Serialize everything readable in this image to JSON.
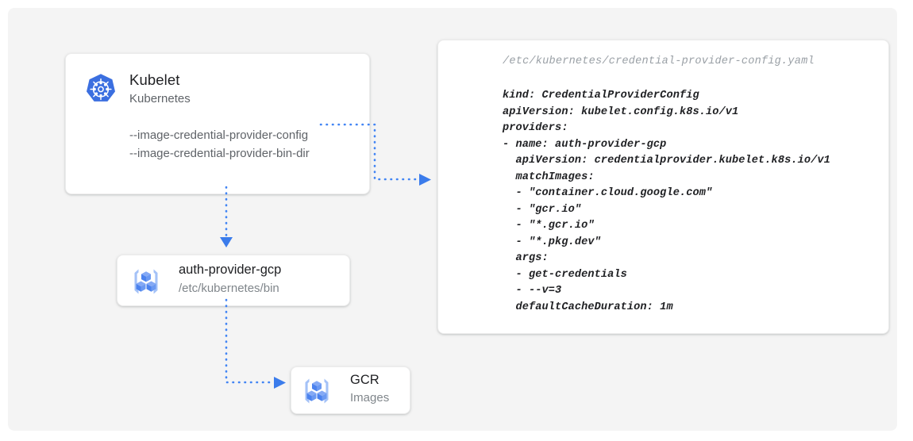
{
  "diagram": {
    "accent_color": "#4285f4",
    "canvas_color": "#f4f4f4",
    "card_color": "#ffffff"
  },
  "kubelet_card": {
    "icon": "kubernetes-icon",
    "title": "Kubelet",
    "subtitle": "Kubernetes",
    "flags": [
      "--image-credential-provider-config",
      "--image-credential-provider-bin-dir"
    ]
  },
  "auth_provider_card": {
    "icon": "container-registry-icon",
    "title": "auth-provider-gcp",
    "subtitle": "/etc/kubernetes/bin"
  },
  "gcr_card": {
    "icon": "container-registry-icon",
    "title": "GCR",
    "subtitle": "Images"
  },
  "yaml_panel": {
    "path": "/etc/kubernetes/credential-provider-config.yaml",
    "lines": [
      "kind: CredentialProviderConfig",
      "apiVersion: kubelet.config.k8s.io/v1",
      "providers:",
      "- name: auth-provider-gcp",
      "  apiVersion: credentialprovider.kubelet.k8s.io/v1",
      "  matchImages:",
      "  - \"container.cloud.google.com\"",
      "  - \"gcr.io\"",
      "  - \"*.gcr.io\"",
      "  - \"*.pkg.dev\"",
      "  args:",
      "  - get-credentials",
      "  - --v=3",
      "  defaultCacheDuration: 1m"
    ]
  },
  "connectors": [
    {
      "name": "kubelet-to-config",
      "style": "dotted",
      "arrow": "right"
    },
    {
      "name": "kubelet-to-auth-provider",
      "style": "dotted",
      "arrow": "down"
    },
    {
      "name": "auth-provider-to-gcr",
      "style": "dotted",
      "arrow": "right"
    }
  ]
}
